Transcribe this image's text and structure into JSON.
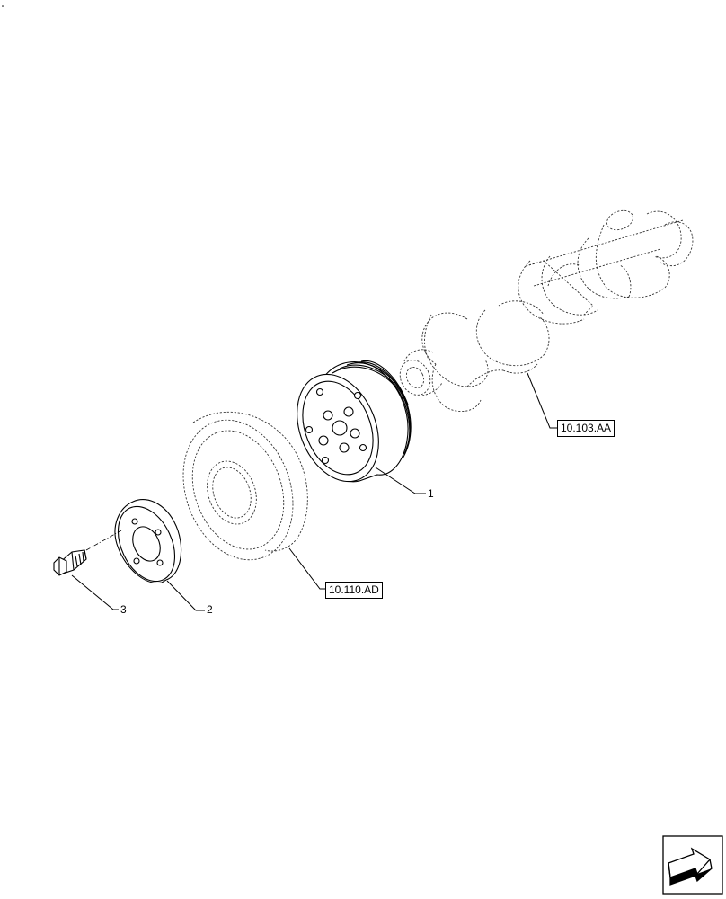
{
  "diagram": {
    "callouts": [
      {
        "id": "1",
        "text": "1"
      },
      {
        "id": "2",
        "text": "2"
      },
      {
        "id": "3",
        "text": "3"
      }
    ],
    "references": [
      {
        "id": "crankshaft-ref",
        "text": "10.103.AA"
      },
      {
        "id": "damper-ref",
        "text": "10.110.AD"
      }
    ],
    "nav_icon": "next-page-arrow-icon"
  }
}
